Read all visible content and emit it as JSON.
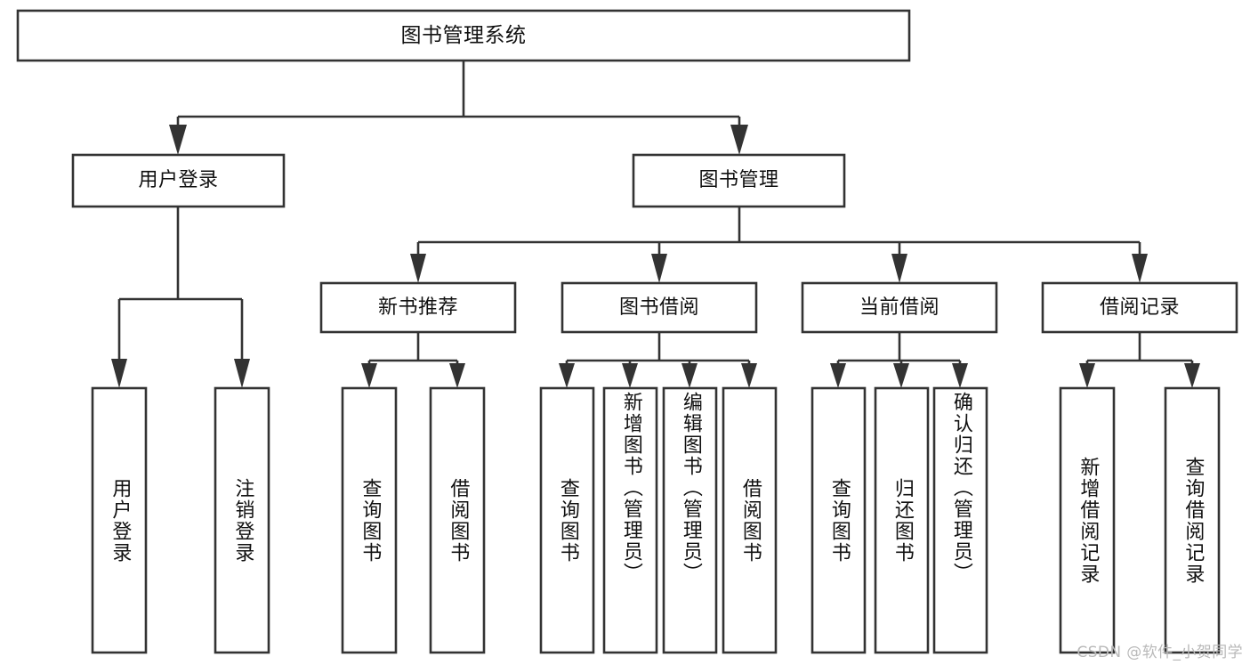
{
  "diagram": {
    "type": "tree-hierarchy",
    "title": "图书管理系统",
    "watermark": "CSDN @软件_小贺同学",
    "colors": {
      "stroke": "#333333",
      "box_fill": "#ffffff",
      "text": "#111111",
      "background": "#ffffff",
      "watermark_text": "#b9b9b9"
    },
    "levels": {
      "root": {
        "label": "图书管理系统"
      },
      "level2": [
        {
          "label": "用户登录"
        },
        {
          "label": "图书管理"
        }
      ],
      "level3": [
        {
          "label": "新书推荐"
        },
        {
          "label": "图书借阅"
        },
        {
          "label": "当前借阅"
        },
        {
          "label": "借阅记录"
        }
      ]
    },
    "groups": [
      {
        "parent": "用户登录",
        "leaves": [
          {
            "label": "用户登录"
          },
          {
            "label": "注销登录"
          }
        ]
      },
      {
        "parent": "新书推荐",
        "leaves": [
          {
            "label": "查询图书"
          },
          {
            "label": "借阅图书"
          }
        ]
      },
      {
        "parent": "图书借阅",
        "leaves": [
          {
            "label": "查询图书"
          },
          {
            "label": "新增图书（管理员）"
          },
          {
            "label": "编辑图书（管理员）"
          },
          {
            "label": "借阅图书"
          }
        ]
      },
      {
        "parent": "当前借阅",
        "leaves": [
          {
            "label": "查询图书"
          },
          {
            "label": "归还图书"
          },
          {
            "label": "确认归还（管理员）"
          }
        ]
      },
      {
        "parent": "借阅记录",
        "leaves": [
          {
            "label": "新增借阅记录"
          },
          {
            "label": "查询借阅记录"
          }
        ]
      }
    ]
  }
}
